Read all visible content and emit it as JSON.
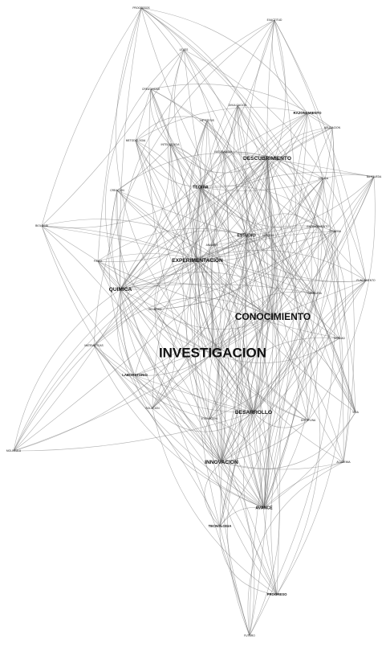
{
  "graph": {
    "nodes": [
      {
        "id": "investigacion",
        "label": "INVESTIGACION",
        "weight": 10
      },
      {
        "id": "conocimiento",
        "label": "CONOCIMIENTO",
        "weight": 7
      },
      {
        "id": "desarrollo",
        "label": "DESARROLLO",
        "weight": 4
      },
      {
        "id": "innovacion",
        "label": "INNOVACION",
        "weight": 4
      },
      {
        "id": "descubrimiento",
        "label": "DESCUBRIMIENTO",
        "weight": 4
      },
      {
        "id": "experimentacion",
        "label": "EXPERIMENTACION",
        "weight": 4
      },
      {
        "id": "quimica",
        "label": "QUIMICA",
        "weight": 4
      },
      {
        "id": "avance",
        "label": "AVANCE",
        "weight": 3
      },
      {
        "id": "estudio",
        "label": "ESTUDIO",
        "weight": 3
      },
      {
        "id": "teoria",
        "label": "TEORIA",
        "weight": 3
      },
      {
        "id": "progreso",
        "label": "PROGRESO",
        "weight": 2
      },
      {
        "id": "tecnologia",
        "label": "TECNOLOGIA",
        "weight": 2
      },
      {
        "id": "laboratorio",
        "label": "LABORATORIO",
        "weight": 2
      },
      {
        "id": "razonamiento",
        "label": "RAZONAMIENTO",
        "weight": 2
      },
      {
        "id": "progresos",
        "label": "PROGRESOS",
        "weight": 1
      },
      {
        "id": "exactitud",
        "label": "EXACTITUD",
        "weight": 1
      },
      {
        "id": "leyes",
        "label": "LEYES",
        "weight": 1
      },
      {
        "id": "creatividad",
        "label": "CREATIVIDAD",
        "weight": 1
      },
      {
        "id": "divulgacion",
        "label": "DIVULGACION",
        "weight": 1
      },
      {
        "id": "hipotesis",
        "label": "HIPOTESIS",
        "weight": 1
      },
      {
        "id": "aplicacion",
        "label": "APLICACION",
        "weight": 1
      },
      {
        "id": "metodologia",
        "label": "METODOLOGIA",
        "weight": 1
      },
      {
        "id": "inteligencia",
        "label": "INTELIGENCIA",
        "weight": 1
      },
      {
        "id": "naturaleza",
        "label": "NATURALEZA",
        "weight": 1
      },
      {
        "id": "creacion",
        "label": "CREACION",
        "weight": 1
      },
      {
        "id": "logica",
        "label": "LOGICA",
        "weight": 1
      },
      {
        "id": "busqueda",
        "label": "BUSQUEDA",
        "weight": 1
      },
      {
        "id": "biologia",
        "label": "BIOLOGIA",
        "weight": 1
      },
      {
        "id": "analisis",
        "label": "ANALISIS",
        "weight": 1
      },
      {
        "id": "metodo",
        "label": "METODO",
        "weight": 1
      },
      {
        "id": "entendimiento",
        "label": "ENTENDIMIENTO",
        "weight": 1
      },
      {
        "id": "prueba",
        "label": "PRUEBA",
        "weight": 1
      },
      {
        "id": "fisica",
        "label": "FISICA",
        "weight": 1
      },
      {
        "id": "fundamento",
        "label": "FUNDAMENTO",
        "weight": 1
      },
      {
        "id": "sabiduria",
        "label": "SABIDURIA",
        "weight": 1
      },
      {
        "id": "genetica",
        "label": "GENETICA",
        "weight": 1
      },
      {
        "id": "verdad",
        "label": "VERDAD",
        "weight": 1
      },
      {
        "id": "matematicas",
        "label": "MATEMATICAS",
        "weight": 1
      },
      {
        "id": "solucion",
        "label": "SOLUCION",
        "weight": 1
      },
      {
        "id": "evolucion",
        "label": "EVOLUCION",
        "weight": 1
      },
      {
        "id": "disciplina",
        "label": "DISCIPLINA",
        "weight": 1
      },
      {
        "id": "vida",
        "label": "VIDA",
        "weight": 1
      },
      {
        "id": "molecula",
        "label": "MOLECULA",
        "weight": 1
      },
      {
        "id": "academia",
        "label": "ACADEMIA",
        "weight": 1
      },
      {
        "id": "futuro",
        "label": "FUTURO",
        "weight": 1
      }
    ]
  }
}
